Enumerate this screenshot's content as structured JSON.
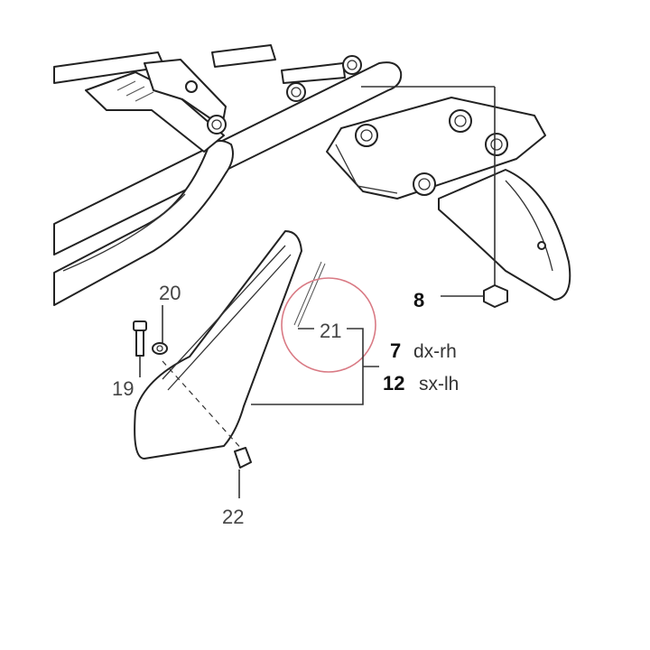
{
  "labels": {
    "part_8": "8",
    "part_19": "19",
    "part_20": "20",
    "part_21": "21",
    "part_22": "22",
    "part_7": "7",
    "part_7_side": "dx-rh",
    "part_12": "12",
    "part_12_side": "sx-lh"
  },
  "colors": {
    "highlight_circle": "#d97a84",
    "line": "#222222"
  }
}
